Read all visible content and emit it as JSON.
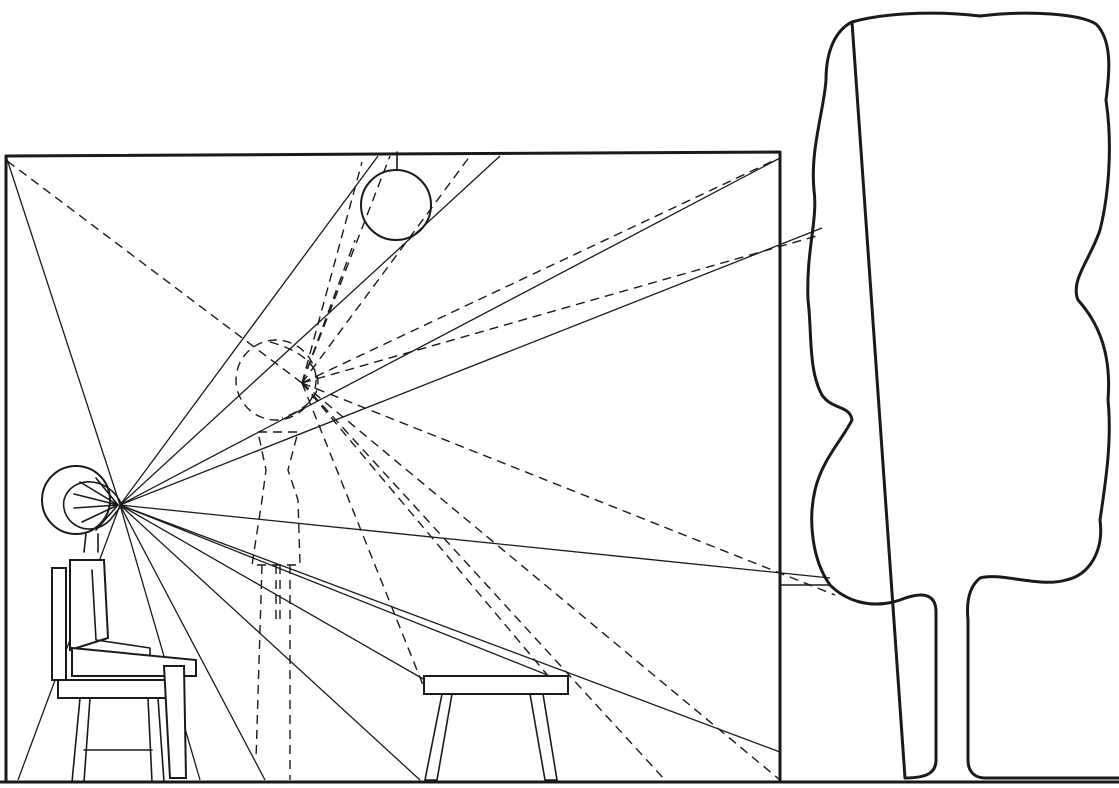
{
  "diagram": {
    "colors": {
      "ink": "#1a1a1a",
      "paper": "#ffffff"
    },
    "elements": [
      "room-outline",
      "window-opening",
      "tree",
      "ceiling-lamp",
      "seated-observer",
      "chair",
      "standing-figure-dashed",
      "table",
      "sight-lines-solid",
      "sight-lines-dashed"
    ]
  }
}
